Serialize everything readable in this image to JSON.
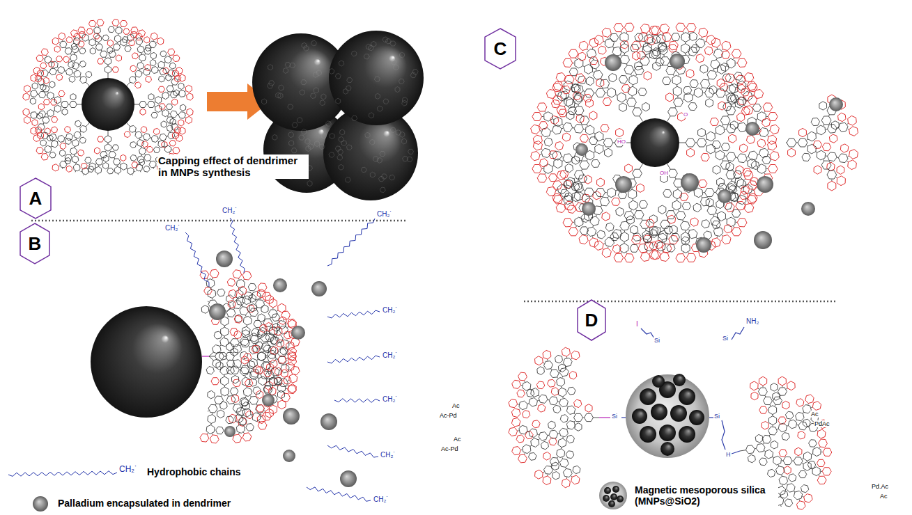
{
  "diagram": {
    "nodes": [
      {
        "text": [
          "A"
        ]
      },
      {
        "text": [
          "B"
        ]
      },
      {
        "text": [
          "C"
        ]
      },
      {
        "text": [
          "D"
        ]
      }
    ],
    "labels": [
      "Capping effect of dendrimer in MNPs synthesis",
      "CH₂˙",
      "CH₂˙",
      "CH₂˙",
      "CH₂˙",
      "CH₂˙",
      "CH₂˙",
      "CH₂˙",
      "CH₂˙",
      "CH₂˙",
      "HO",
      "OH",
      "O",
      "Ac",
      "Ac-Pd",
      "Ac",
      "Ac-Pd",
      "Ac",
      "PdAc",
      "Pd.Ac",
      "Ac",
      "I",
      "Si",
      "NH₂",
      "Si",
      "Si",
      "Si",
      "H"
    ],
    "legend": [
      {
        "text": "Hydrophobic chains"
      },
      {
        "text": "Palladium encapsulated in dendrimer"
      },
      {
        "text": "Magnetic mesoporous silica (MNPs@SiO2)"
      }
    ]
  }
}
